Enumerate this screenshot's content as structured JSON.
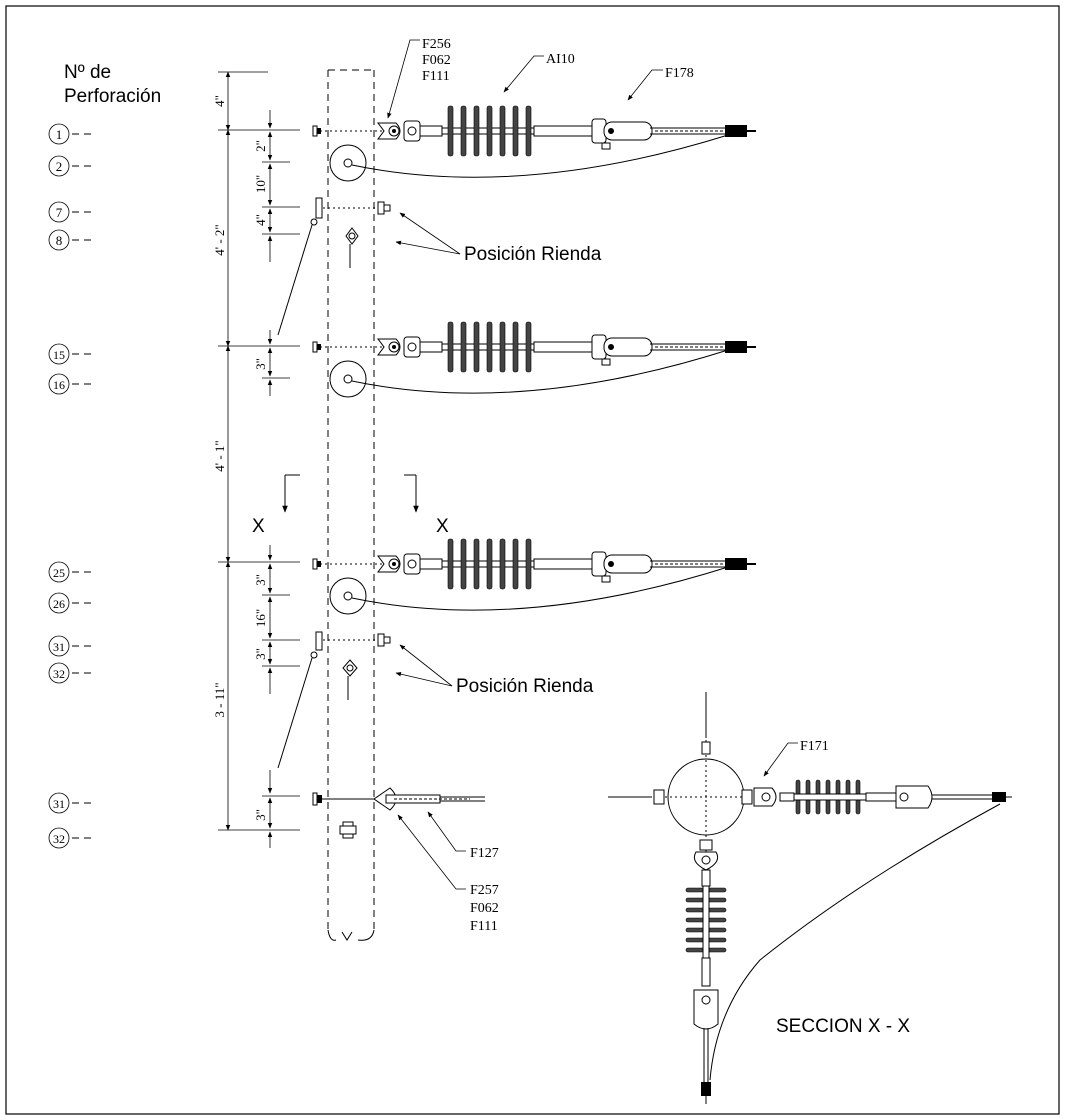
{
  "header": {
    "hole_number_label_line1": "Nº  de",
    "hole_number_label_line2": "Perforación"
  },
  "hole_numbers": [
    "1",
    "2",
    "7",
    "8",
    "15",
    "16",
    "25",
    "26",
    "31",
    "32",
    "31",
    "32"
  ],
  "dimensions": {
    "d_4in": "4\"",
    "d_2in": "2\"",
    "d_10in": "10\"",
    "d_4in_b": "4\"",
    "d_4ft2in": "4' - 2\"",
    "d_3in_a": "3\"",
    "d_4ft1in": "4' - 1\"",
    "d_3in_b": "3\"",
    "d_16in": "16\"",
    "d_3in_c": "3\"",
    "d_3ft11in": "3 - 11\"",
    "d_3in_d": "3\""
  },
  "callouts": {
    "top_hardware": [
      "F256",
      "F062",
      "F111"
    ],
    "insulator": "AI10",
    "dead_end_clamp": "F178",
    "guy_position_1": "Posición Rienda",
    "guy_position_2": "Posición Rienda",
    "guy_clamp": "F127",
    "bottom_hardware": [
      "F257",
      "F062",
      "F111"
    ],
    "section_hardware": "F171"
  },
  "section": {
    "cut_label_left": "X",
    "cut_label_right": "X",
    "title": "SECCION X - X"
  }
}
